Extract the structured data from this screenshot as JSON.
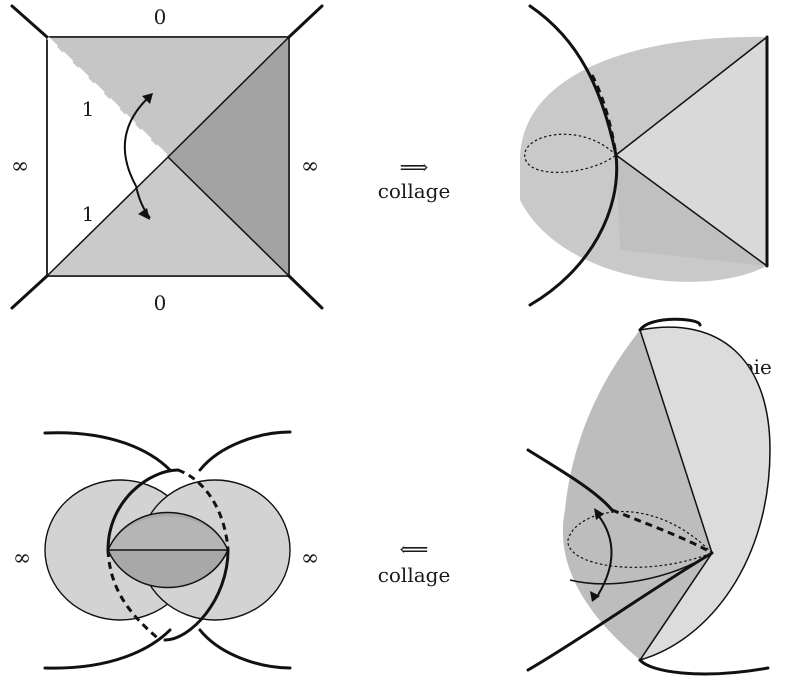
{
  "panel_top_left": {
    "label_top": "0",
    "label_bottom": "0",
    "label_left": "∞",
    "label_right": "∞",
    "label_one_upper": "1",
    "label_one_lower": "1"
  },
  "op_collage_top": {
    "arrow": "⟹",
    "word": "collage"
  },
  "op_isotopie": {
    "arrow": "⇓",
    "word": "isotopie"
  },
  "op_collage_bottom": {
    "arrow": "⟸",
    "word": "collage"
  },
  "panel_bottom_left": {
    "label_left": "∞",
    "label_right": "∞"
  },
  "colors": {
    "light_gray": "#d3d3d3",
    "mid_gray": "#bdbdbd",
    "dark_gray": "#a1a1a1",
    "stroke": "#111111"
  }
}
